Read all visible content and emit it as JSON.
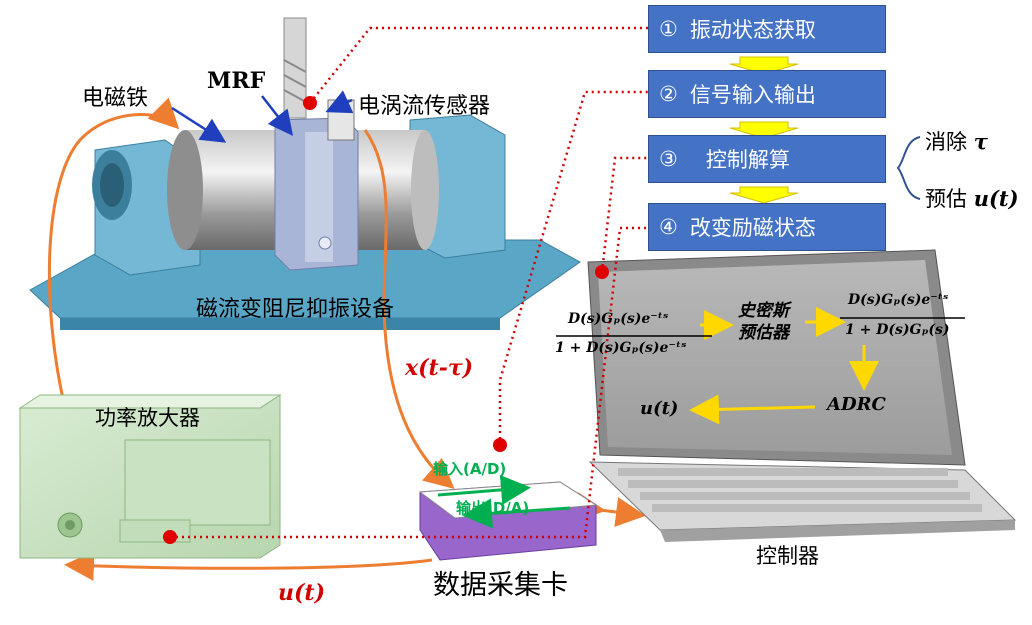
{
  "steps": [
    {
      "num": "①",
      "label": "振动状态获取"
    },
    {
      "num": "②",
      "label": "信号输入输出"
    },
    {
      "num": "③",
      "label": "控制解算"
    },
    {
      "num": "④",
      "label": "改变励磁状态"
    }
  ],
  "side_notes": {
    "eliminate": "消除",
    "eliminate_sym": "τ",
    "estimate": "预估",
    "estimate_sym": "u(t)"
  },
  "device": {
    "electromagnet": "电磁铁",
    "mrf": "MRF",
    "eddy_sensor": "电涡流传感器",
    "damper": "磁流变阻尼抑振设备"
  },
  "signals": {
    "x_delay": "x(t-τ)",
    "u_bottom": "u(t)"
  },
  "amplifier": {
    "label": "功率放大器"
  },
  "daq": {
    "label": "数据采集卡",
    "input": "输入(A/D)",
    "output": "输出(D/A)"
  },
  "controller": {
    "label": "控制器",
    "tf_num": "D(s)Gₚ(s)e⁻ᵗˢ",
    "tf_den": "1 + D(s)Gₚ(s)e⁻ᵗˢ",
    "smith": [
      "史密斯",
      "预估器"
    ],
    "tf2_num": "D(s)Gₚ(s)e⁻ᵗˢ",
    "tf2_den": "1 + D(s)Gₚ(s)",
    "adrc": "ADRC",
    "ut": "u(t)"
  },
  "colors": {
    "step_box": "#4472c4",
    "flow_arrow": "#ffff00",
    "signal_line": "#ed7d31",
    "marker": "#e00000",
    "daq_box": "#9966cc",
    "green_text": "#00b050",
    "signal_text": "#d00000"
  }
}
